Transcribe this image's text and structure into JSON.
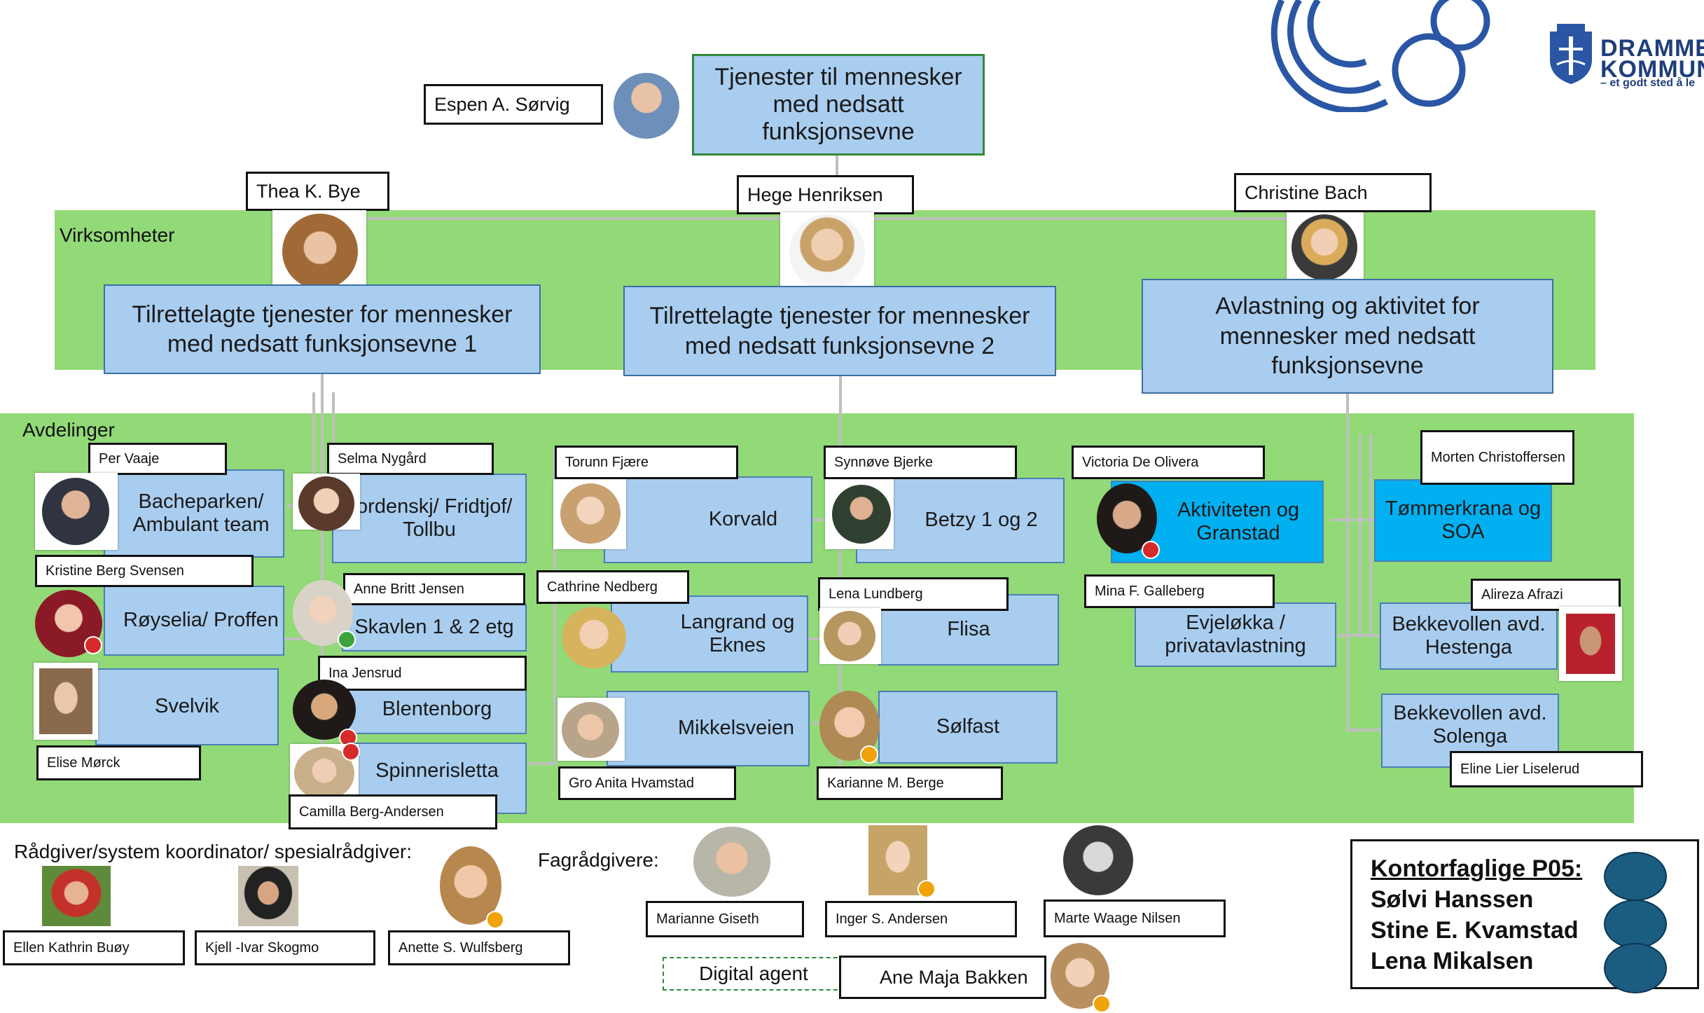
{
  "top": {
    "title": "Tjenester til mennesker med nedsatt funksjonsevne",
    "leader": "Espen A. Sørvig"
  },
  "sections": {
    "virksomheter": "Virksomheter",
    "avdelinger": "Avdelinger"
  },
  "virksomheter": [
    {
      "leader": "Thea K. Bye",
      "title": "Tilrettelagte tjenester for mennesker med nedsatt funksjonsevne 1"
    },
    {
      "leader": "Hege Henriksen",
      "title": "Tilrettelagte tjenester for mennesker med nedsatt funksjonsevne 2"
    },
    {
      "leader": "Christine Bach",
      "title": "Avlastning og aktivitet for mennesker med nedsatt funksjonsevne"
    }
  ],
  "avdelinger": [
    {
      "unit": "Bacheparken/ Ambulant team",
      "leader": "Per Vaaje"
    },
    {
      "unit": "Røyselia/ Proffen",
      "leader": "Kristine Berg Svensen"
    },
    {
      "unit": "Svelvik",
      "leader": "Elise Mørck"
    },
    {
      "unit": "Tordenskj/ Fridtjof/ Tollbu",
      "leader": "Selma Nygård"
    },
    {
      "unit": "Skavlen 1 & 2 etg",
      "leader": "Anne Britt Jensen"
    },
    {
      "unit": "Blentenborg",
      "leader": "Ina Jensrud"
    },
    {
      "unit": "Spinnerisletta",
      "leader": "Camilla Berg-Andersen"
    },
    {
      "unit": "Korvald",
      "leader": "Torunn Fjære"
    },
    {
      "unit": "Langrand og Eknes",
      "leader": "Cathrine Nedberg"
    },
    {
      "unit": "Mikkelsveien",
      "leader": "Gro Anita Hvamstad"
    },
    {
      "unit": "Betzy 1 og 2",
      "leader": "Synnøve Bjerke"
    },
    {
      "unit": "Flisa",
      "leader": "Lena Lundberg"
    },
    {
      "unit": "Sølfast",
      "leader": "Karianne M. Berge"
    },
    {
      "unit": "Aktiviteten og Granstad",
      "leader": "Victoria De Olivera"
    },
    {
      "unit": "Evjeløkka / privatavlastning",
      "leader": "Mina F. Galleberg"
    },
    {
      "unit": "Tømmerkrana og SOA",
      "leader": "Morten Christoffersen"
    },
    {
      "unit": "Bekkevollen avd. Hestenga",
      "leader": "Alireza Afrazi"
    },
    {
      "unit": "Bekkevollen avd. Solenga",
      "leader": "Eline Lier Liselerud"
    }
  ],
  "raadgiver": {
    "label": "Rådgiver/system koordinator/ spesialrådgiver:",
    "people": [
      "Ellen Kathrin Buøy",
      "Kjell -Ivar Skogmo",
      "Anette S. Wulfsberg"
    ]
  },
  "fagraadgivere": {
    "label": "Fagrådgivere:",
    "people": [
      "Marianne Giseth",
      "Inger S. Andersen",
      "Marte Waage Nilsen"
    ]
  },
  "digital_agent": {
    "label": "Digital agent",
    "person": "Ane Maja Bakken"
  },
  "kontorfaglige": {
    "title": "Kontorfaglige P05:",
    "people": [
      "Sølvi Hanssen",
      "Stine E. Kvamstad",
      "Lena Mikalsen"
    ]
  },
  "logo": {
    "line1": "DRAMME",
    "line2": "KOMMUN",
    "tagline": "– et godt sted å le"
  },
  "colors": {
    "green_band": "#92d978",
    "unit_blue": "#a9cdef",
    "unit_cyan": "#00b0f0",
    "logo_blue": "#2a56a5",
    "dark_circle": "#1b5d80"
  }
}
